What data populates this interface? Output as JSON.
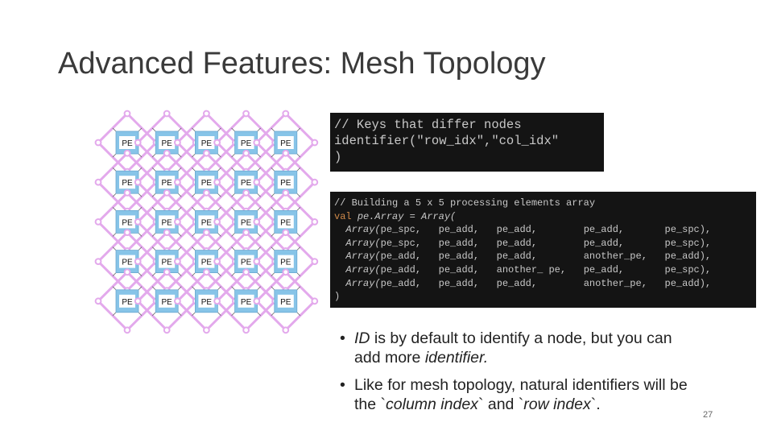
{
  "slide": {
    "title": "Advanced Features: Mesh Topology",
    "page_number": "27"
  },
  "mesh": {
    "rows": 5,
    "cols": 5,
    "node_label": "PE",
    "node_fill": "#87c4e8",
    "link_color": "#e3a9ec",
    "node_text_color": "#111111"
  },
  "code1": {
    "lines": [
      "// Keys that differ nodes",
      "identifier(\"row_idx\",\"col_idx\"",
      ")"
    ]
  },
  "code2": {
    "comment": "// Building a 5 x 5 processing elements array",
    "val_keyword": "val",
    "decl_name": "pe.Array",
    "decl_eq": " = ",
    "decl_call": "Array(",
    "array_kw": "Array(",
    "rows": [
      [
        "pe_spc,",
        "pe_add,",
        "pe_add,",
        "pe_add,",
        "pe_spc),"
      ],
      [
        "pe_spc,",
        "pe_add,",
        "pe_add,",
        "pe_add,",
        "pe_spc),"
      ],
      [
        "pe_add,",
        "pe_add,",
        "pe_add,",
        "another_pe,",
        "pe_add),"
      ],
      [
        "pe_add,",
        "pe_add,",
        "another_ pe,",
        "pe_add,",
        "pe_spc),"
      ],
      [
        "pe_add,",
        "pe_add,",
        "pe_add,",
        "another_pe,",
        "pe_add),"
      ]
    ],
    "closing": ")"
  },
  "bullets": [
    {
      "segments": [
        {
          "text": "ID",
          "italic": true
        },
        {
          "text": " is by default to identify a node, but you can add more ",
          "italic": false
        },
        {
          "text": "identifier.",
          "italic": true
        }
      ]
    },
    {
      "segments": [
        {
          "text": "Like for mesh topology, natural identifiers will be the `",
          "italic": false
        },
        {
          "text": "column index",
          "italic": true
        },
        {
          "text": "` and `",
          "italic": false
        },
        {
          "text": "row index",
          "italic": true
        },
        {
          "text": "`.",
          "italic": false
        }
      ]
    }
  ],
  "bullet_marker": "•"
}
